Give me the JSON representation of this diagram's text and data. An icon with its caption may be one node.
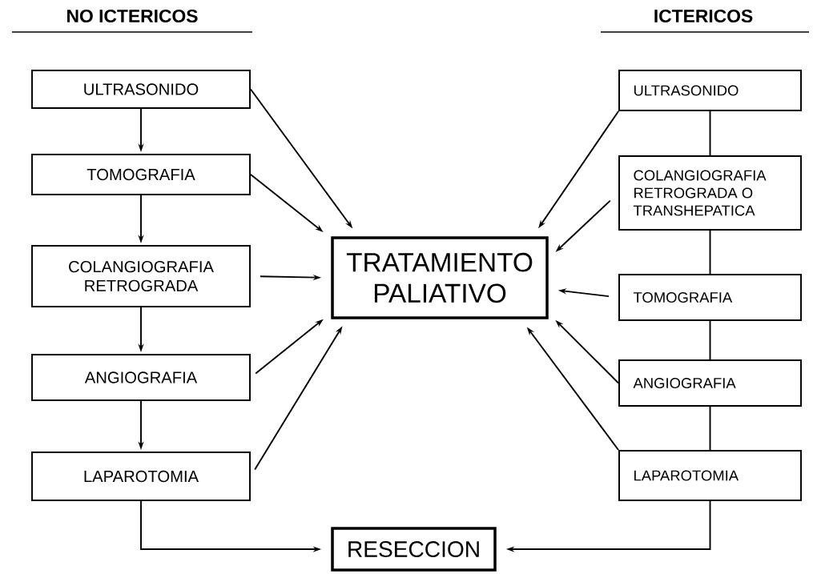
{
  "diagram": {
    "nodes": [
      {
        "text": [
          "ULTRASONIDO"
        ]
      },
      {
        "text": [
          "TOMOGRAFIA"
        ]
      },
      {
        "text": [
          "COLANGIOGRAFIA RETROGRADA"
        ]
      },
      {
        "text": [
          "ANGIOGRAFIA"
        ]
      },
      {
        "text": [
          "LAPAROTOMIA"
        ]
      },
      {
        "text": [
          "TRATAMIENTO PALIATIVO"
        ]
      },
      {
        "text": [
          "ULTRASONIDO"
        ]
      },
      {
        "text": [
          "COLANGIOGRAFIA RETROGRADA O TRANSHEPATICA"
        ]
      },
      {
        "text": [
          "TOMOGRAFIA"
        ]
      },
      {
        "text": [
          "ANGIOGRAFIA"
        ]
      },
      {
        "text": [
          "LAPAROTOMIA"
        ]
      },
      {
        "text": [
          "RESECCION"
        ]
      }
    ],
    "edges": [
      {
        "from": 0,
        "to": 1,
        "arrow": "to"
      },
      {
        "from": 1,
        "to": 2,
        "arrow": "to"
      },
      {
        "from": 2,
        "to": 3,
        "arrow": "to"
      },
      {
        "from": 3,
        "to": 4,
        "arrow": "to"
      },
      {
        "from": 0,
        "to": 5,
        "arrow": "to"
      },
      {
        "from": 1,
        "to": 5,
        "arrow": "to"
      },
      {
        "from": 2,
        "to": 5,
        "arrow": "to"
      },
      {
        "from": 3,
        "to": 5,
        "arrow": "to"
      },
      {
        "from": 4,
        "to": 5,
        "arrow": "to"
      },
      {
        "from": 6,
        "to": 7,
        "arrow": "none"
      },
      {
        "from": 7,
        "to": 8,
        "arrow": "none"
      },
      {
        "from": 8,
        "to": 9,
        "arrow": "none"
      },
      {
        "from": 9,
        "to": 10,
        "arrow": "none"
      },
      {
        "from": 6,
        "to": 5,
        "arrow": "to"
      },
      {
        "from": 7,
        "to": 5,
        "arrow": "to"
      },
      {
        "from": 8,
        "to": 5,
        "arrow": "to"
      },
      {
        "from": 9,
        "to": 5,
        "arrow": "to"
      },
      {
        "from": 10,
        "to": 5,
        "arrow": "to"
      },
      {
        "from": 4,
        "to": 11,
        "arrow": "to"
      },
      {
        "from": 10,
        "to": 11,
        "arrow": "to"
      }
    ],
    "labels": [
      "NO ICTERICOS",
      "ICTERICOS"
    ]
  }
}
